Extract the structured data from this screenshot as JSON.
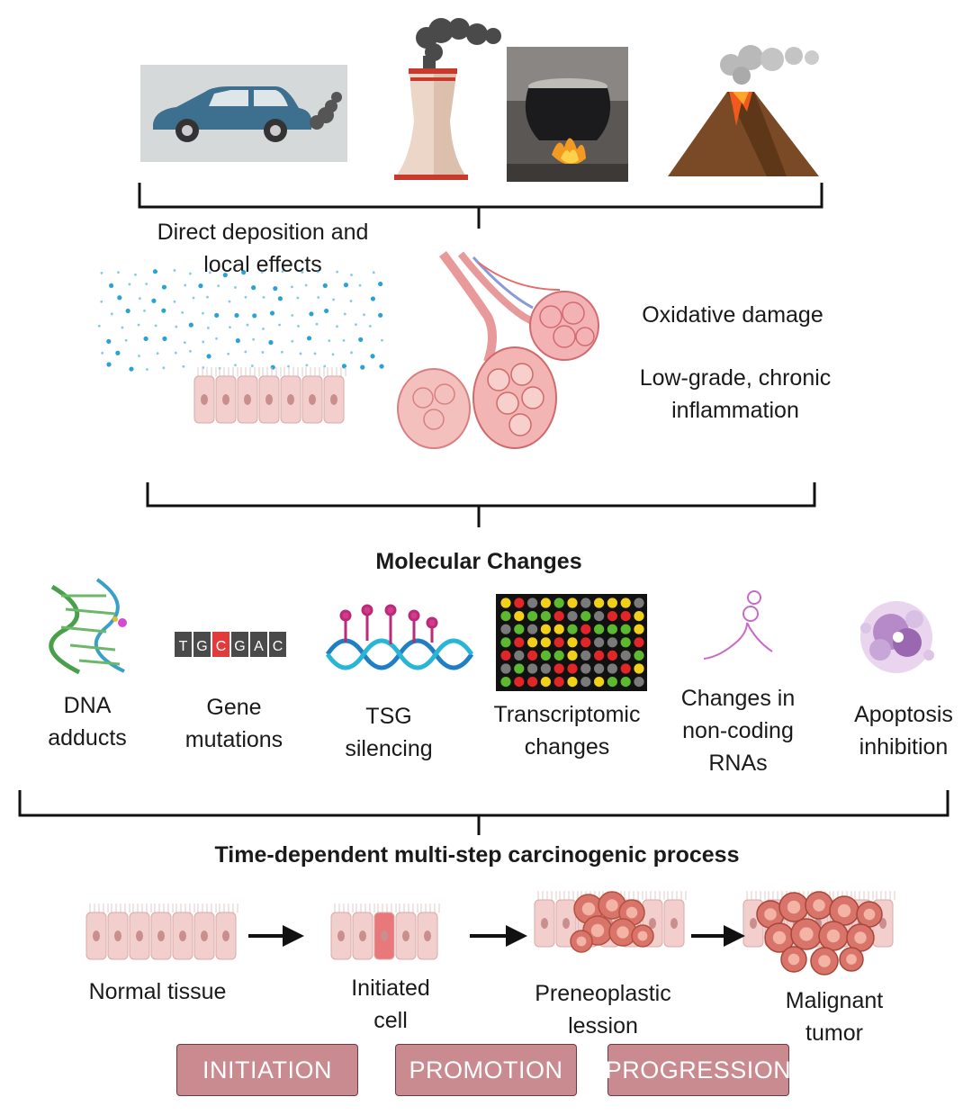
{
  "sources": {
    "items": [
      {
        "name": "car-exhaust-icon"
      },
      {
        "name": "factory-chimney-icon"
      },
      {
        "name": "cooking-fire-icon"
      },
      {
        "name": "volcano-icon"
      }
    ]
  },
  "exposure": {
    "direct_label": "Direct deposition and\nlocal effects",
    "oxidative_label": "Oxidative damage",
    "inflammation_label": "Low-grade, chronic\ninflammation"
  },
  "molecular": {
    "title": "Molecular Changes",
    "items": [
      {
        "label": "DNA\nadducts"
      },
      {
        "label": "Gene\nmutations"
      },
      {
        "label": "TSG\nsilencing"
      },
      {
        "label": "Transcriptomic\nchanges"
      },
      {
        "label": "Changes in\nnon-coding\nRNAs"
      },
      {
        "label": "Apoptosis\ninhibition"
      }
    ],
    "gene_letters": [
      "T",
      "G",
      "C",
      "G",
      "A",
      "C"
    ]
  },
  "process": {
    "title": "Time-dependent multi-step carcinogenic process",
    "steps": [
      {
        "label": "Normal tissue"
      },
      {
        "label": "Initiated\ncell"
      },
      {
        "label": "Preneoplastic\nlession"
      },
      {
        "label": "Malignant\ntumor"
      }
    ],
    "phases": [
      "INITIATION",
      "PROMOTION",
      "PROGRESSION"
    ]
  },
  "colors": {
    "phase_fill": "#c98a90",
    "cell_fill": "#f2cfcc",
    "tumor_fill": "#d9746a",
    "particle_blue": "#1e9fd0"
  }
}
